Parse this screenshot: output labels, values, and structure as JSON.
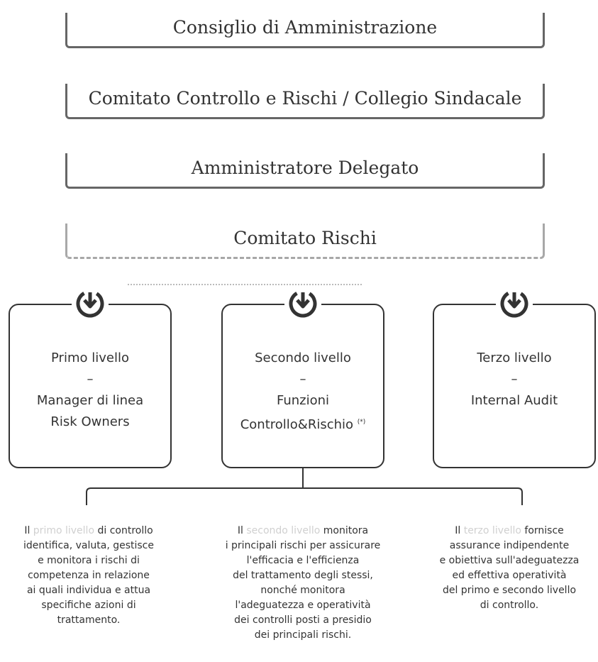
{
  "governance": [
    "Consiglio di Amministrazione",
    "Comitato Controllo e Rischi / Collegio Sindacale",
    "Amministratore Delegato",
    "Comitato Rischi"
  ],
  "levels": [
    {
      "title": "Primo livello",
      "dash": "–",
      "line1": "Manager di linea",
      "line2": "Risk Owners",
      "note": ""
    },
    {
      "title": "Secondo livello",
      "dash": "–",
      "line1": "Funzioni",
      "line2": "Controllo&Rischio",
      "note": "(*)"
    },
    {
      "title": "Terzo livello",
      "dash": "–",
      "line1": "Internal Audit",
      "line2": "",
      "note": ""
    }
  ],
  "descriptions": [
    {
      "prefix": "Il",
      "highlight": "primo livello",
      "lines": [
        "di controllo",
        "identifica, valuta, gestisce",
        "e monitora i rischi di",
        "competenza in relazione",
        "ai quali individua e attua",
        "specifiche azioni di",
        "trattamento."
      ]
    },
    {
      "prefix": "Il",
      "highlight": "secondo livello",
      "lines": [
        "monitora",
        "i principali rischi per assicurare",
        "l'efficacia e l'efficienza",
        "del trattamento degli stessi,",
        "nonché monitora",
        "l'adeguatezza e operatività",
        "dei controlli posti a presidio",
        "dei principali rischi."
      ]
    },
    {
      "prefix": "Il",
      "highlight": "terzo livello",
      "lines": [
        "fornisce",
        "assurance indipendente",
        "e obiettiva sull'adeguatezza",
        "ed effettiva operatività",
        "del primo e secondo livello",
        "di controllo."
      ]
    }
  ],
  "colors": {
    "line": "#333333",
    "text": "#333333",
    "highlight": "#d0d0d0"
  },
  "icons": [
    "down-arrow-circle-icon",
    "down-arrow-circle-icon",
    "down-arrow-circle-icon"
  ]
}
